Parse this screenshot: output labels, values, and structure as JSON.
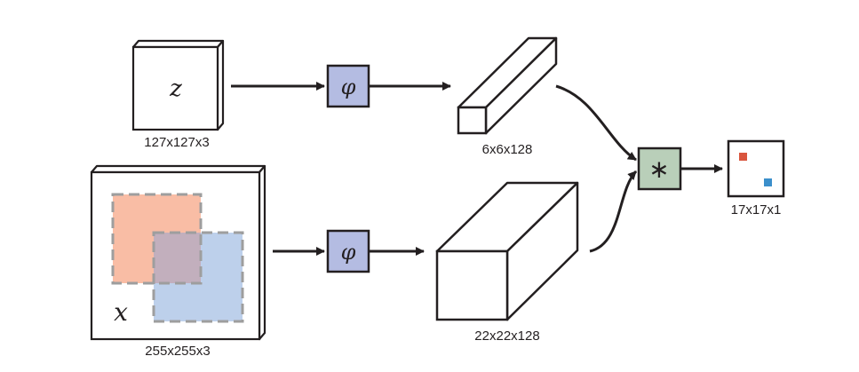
{
  "diagram": {
    "exemplar": {
      "symbol": "z",
      "size_label": "127x127x3"
    },
    "search": {
      "symbol": "x",
      "size_label": "255x255x3"
    },
    "embedding": {
      "symbol": "φ"
    },
    "exemplar_feature": {
      "size_label": "6x6x128"
    },
    "search_feature": {
      "size_label": "22x22x128"
    },
    "correlation": {
      "symbol": "∗"
    },
    "score_map": {
      "size_label": "17x17x1"
    }
  },
  "colors": {
    "stroke": "#231f20",
    "phi_fill": "#b4bce2",
    "correlation_fill": "#b9cfb9",
    "exemplar_region": "#f9bda5",
    "search_region": "#b4c9e8",
    "region_dash": "#9e9e9e",
    "score_red": "#d9553e",
    "score_blue": "#3b8fcb"
  }
}
